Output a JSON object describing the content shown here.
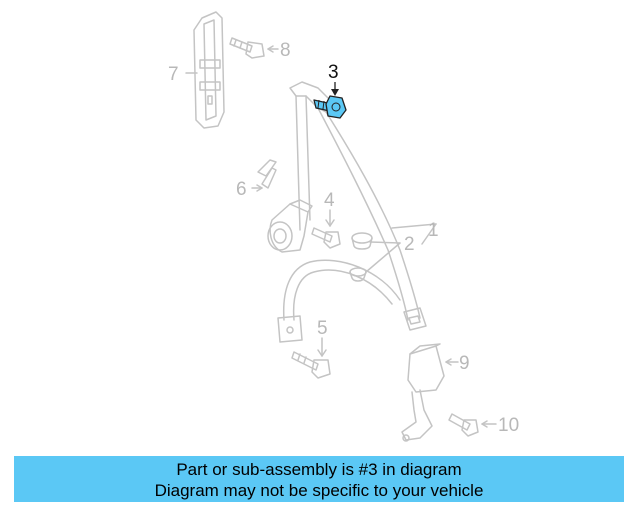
{
  "diagram": {
    "callouts": {
      "c1": "1",
      "c2": "2",
      "c3": "3",
      "c4": "4",
      "c5": "5",
      "c6": "6",
      "c7": "7",
      "c8": "8",
      "c9": "9",
      "c10": "10"
    },
    "highlighted_part": "3"
  },
  "caption": {
    "line1": "Part or sub-assembly is #3 in diagram",
    "line2": "Diagram may not be specific to your vehicle"
  },
  "colors": {
    "highlight": "#5bc8f5",
    "faded_line": "#c4c4c4",
    "caption_bg": "#5bc8f5"
  }
}
